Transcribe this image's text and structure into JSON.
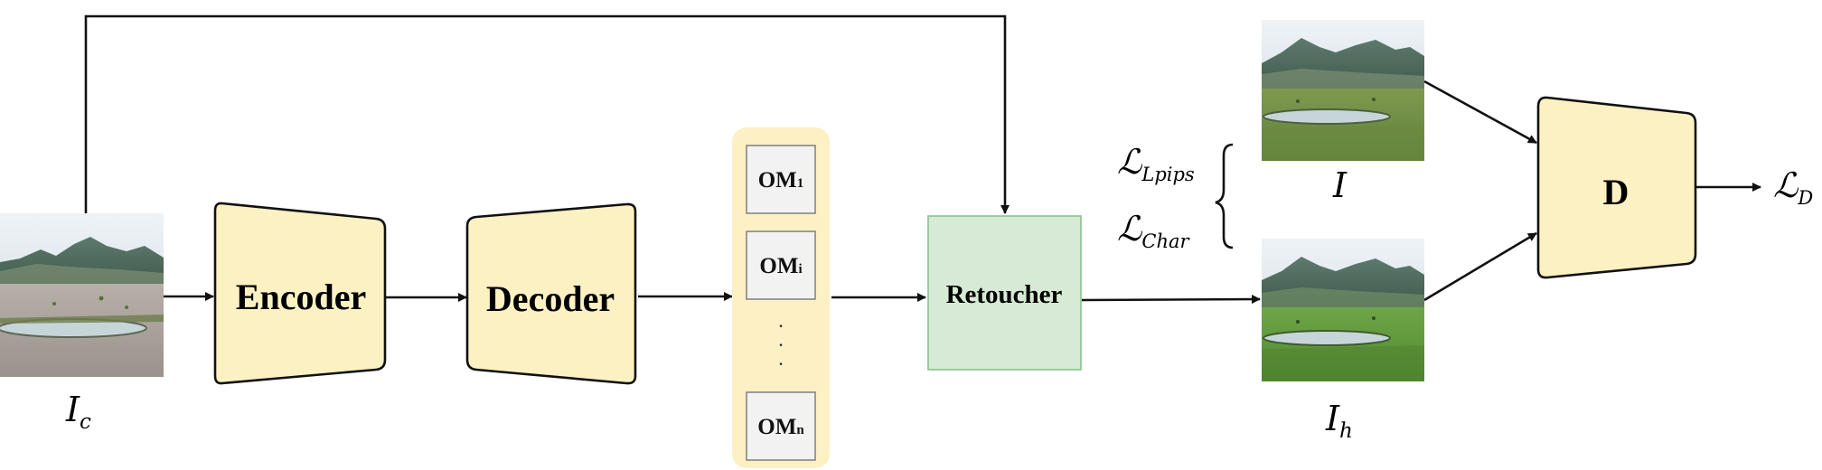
{
  "nodes": {
    "encoder": "Encoder",
    "decoder": "Decoder",
    "retoucher": "Retoucher",
    "discriminator": "D"
  },
  "stack": {
    "items": [
      {
        "main": "OM",
        "sub": "1"
      },
      {
        "main": "OM",
        "sub": "i"
      },
      {
        "main": "OM",
        "sub": "n"
      }
    ],
    "ellipsis": "·"
  },
  "labels": {
    "input": {
      "main": "I",
      "sub": "c"
    },
    "real": {
      "main": "I",
      "sub": ""
    },
    "harmonized": {
      "main": "I",
      "sub": "h"
    },
    "loss_lpips": {
      "main": "ℒ",
      "sub": "Lpips"
    },
    "loss_char": {
      "main": "ℒ",
      "sub": "Char"
    },
    "loss_d": {
      "main": "ℒ",
      "sub": "D"
    }
  },
  "colors": {
    "block_fill": "#fcf1c2",
    "stack_fill": "#fdf0c4",
    "retoucher_fill": "#d6ead5",
    "retoucher_stroke": "#8bc18b",
    "om_fill": "#f2f2f2",
    "om_stroke": "#777777",
    "line": "#111111"
  }
}
